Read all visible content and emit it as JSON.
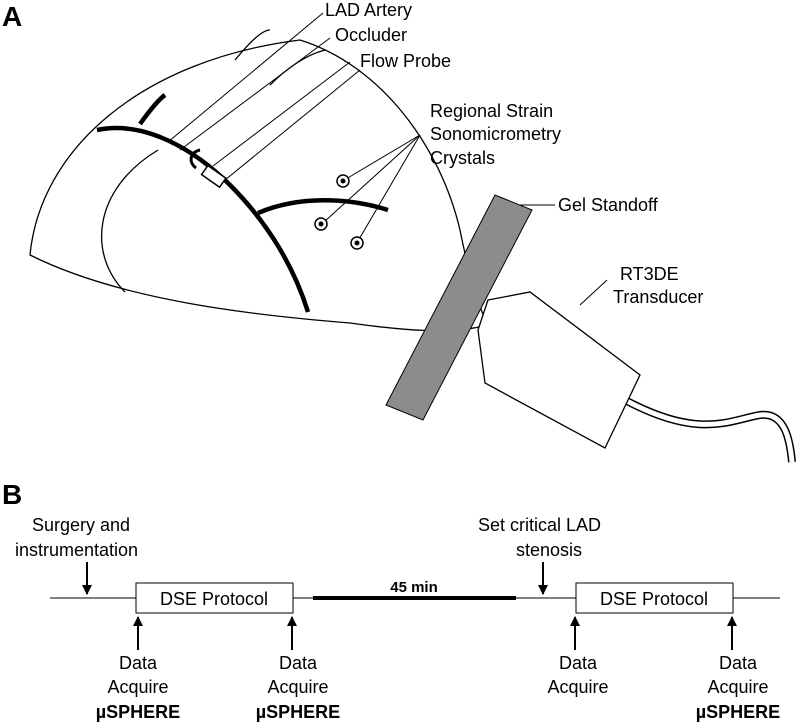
{
  "panels": {
    "a": "A",
    "b": "B"
  },
  "panel_a": {
    "labels": {
      "lad_artery": "LAD Artery",
      "occluder": "Occluder",
      "flow_probe": "Flow Probe",
      "crystals_line1": "Regional Strain",
      "crystals_line2": "Sonomicrometry",
      "crystals_line3": "Crystals",
      "gel_standoff": "Gel Standoff",
      "transducer_line1": "RT3DE",
      "transducer_line2": "Transducer"
    },
    "colors": {
      "gel_fill": "#8c8c8c"
    }
  },
  "panel_b": {
    "surgery_line1": "Surgery and",
    "surgery_line2": "instrumentation",
    "stenosis_line1": "Set critical LAD",
    "stenosis_line2": "stenosis",
    "dse_protocol_1": "DSE Protocol",
    "dse_protocol_2": "DSE Protocol",
    "interval": "45 min",
    "markers": [
      {
        "line1": "Data",
        "line2": "Acquire",
        "line3": "µSPHERE"
      },
      {
        "line1": "Data",
        "line2": "Acquire",
        "line3": "µSPHERE"
      },
      {
        "line1": "Data",
        "line2": "Acquire",
        "line3": ""
      },
      {
        "line1": "Data",
        "line2": "Acquire",
        "line3": "µSPHERE"
      }
    ]
  }
}
